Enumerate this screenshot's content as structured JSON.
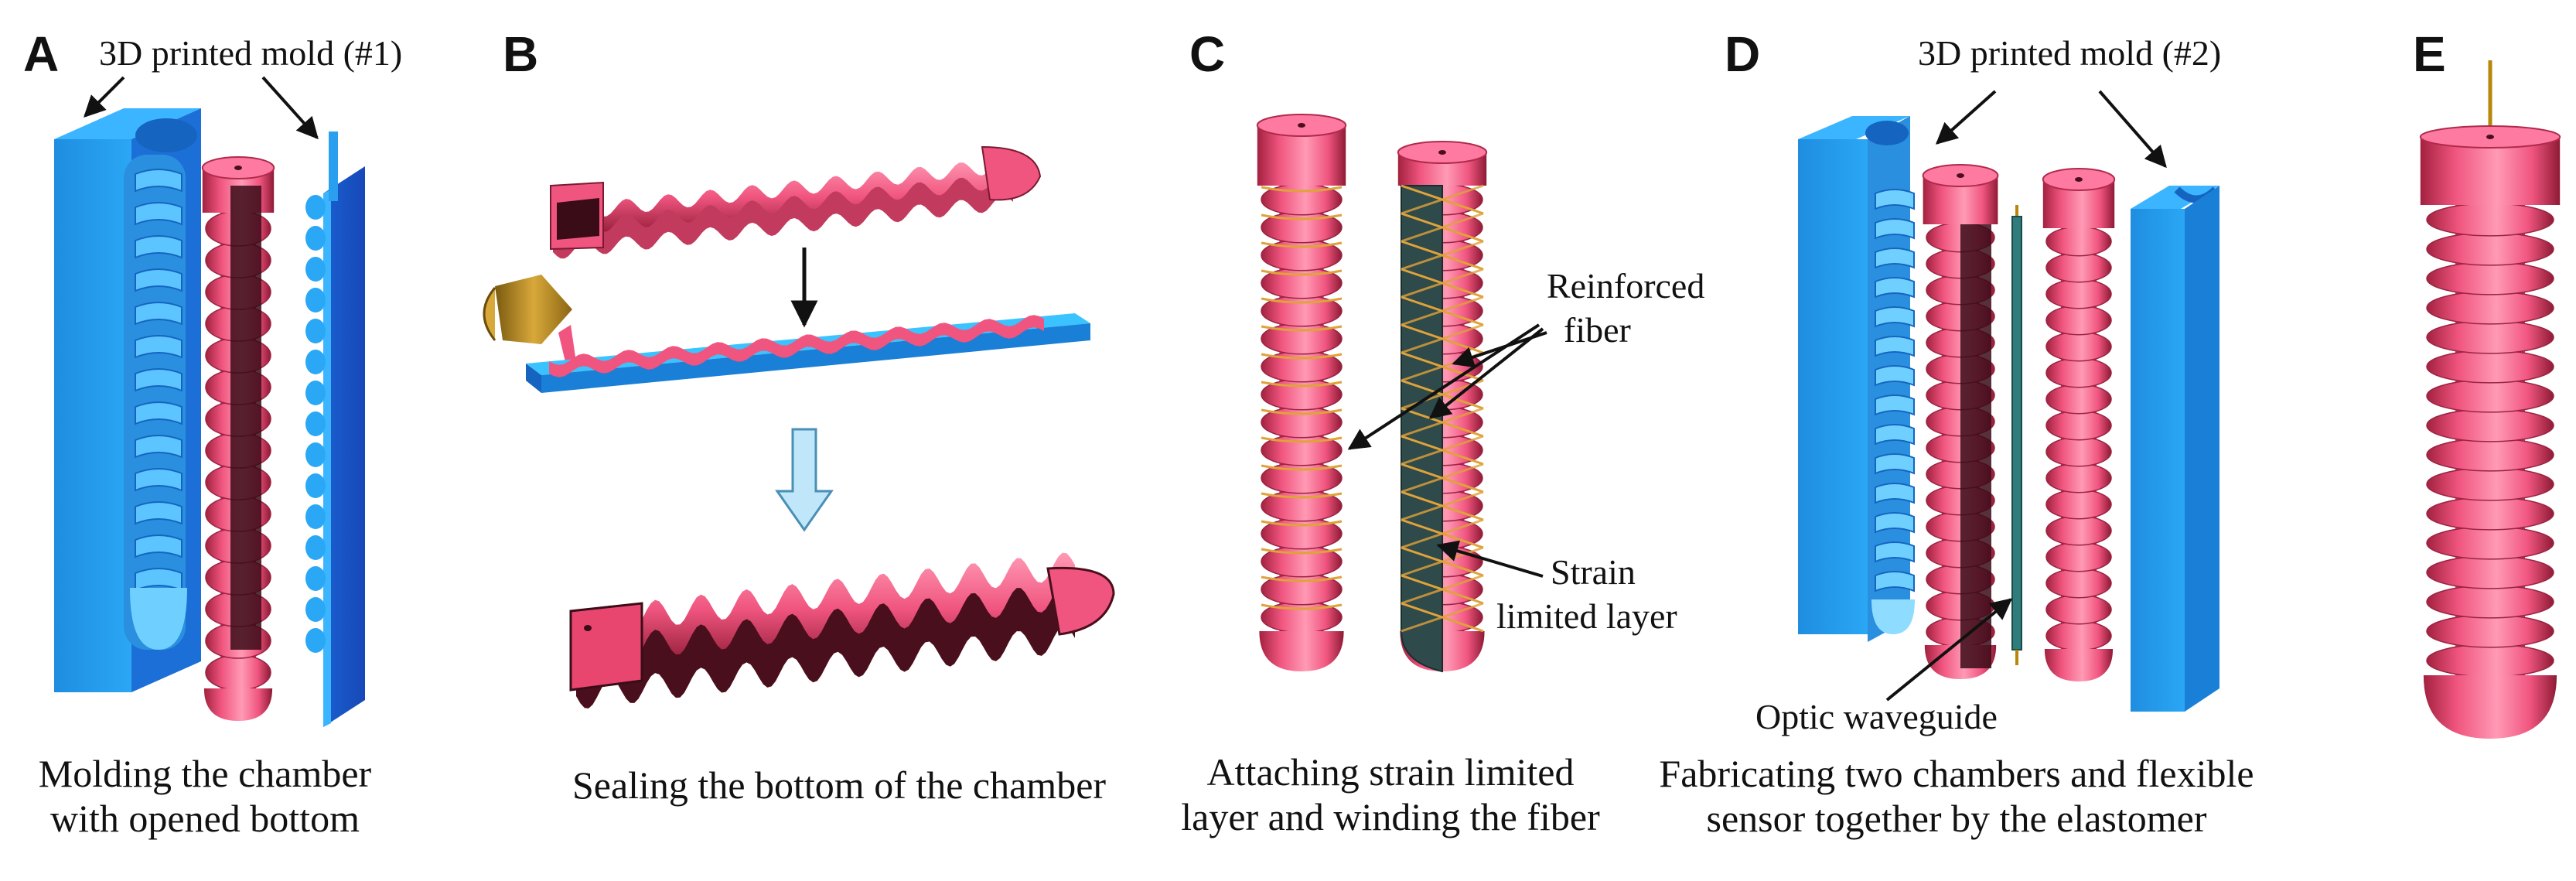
{
  "panels": {
    "a": {
      "letter": "A",
      "mold_label": "3D printed mold (#1)",
      "caption_line1": "Molding the chamber",
      "caption_line2": "with opened bottom"
    },
    "b": {
      "letter": "B",
      "caption": "Sealing the bottom of the chamber"
    },
    "c": {
      "letter": "C",
      "reinforced_label_line1": "Reinforced",
      "reinforced_label_line2": "fiber",
      "strain_label_line1": "Strain",
      "strain_label_line2": "limited layer",
      "caption_line1": "Attaching strain limited",
      "caption_line2": "layer and winding the fiber"
    },
    "d": {
      "letter": "D",
      "mold_label": "3D printed mold (#2)",
      "waveguide_label": "Optic waveguide",
      "caption_line1": "Fabricating two chambers and flexible",
      "caption_line2": "sensor together by the elastomer"
    },
    "e": {
      "letter": "E"
    }
  },
  "colors": {
    "mold_blue": "#2a9ff0",
    "mold_dark_blue": "#1a4fc4",
    "chamber_pink": "#f0557f",
    "chamber_dark": "#4a0f1c",
    "strain_layer": "#2f4a4a",
    "fiber_orange": "#e0a23a",
    "nozzle_gold": "#b8860b",
    "arrow_light_blue": "#a9dcf3"
  }
}
